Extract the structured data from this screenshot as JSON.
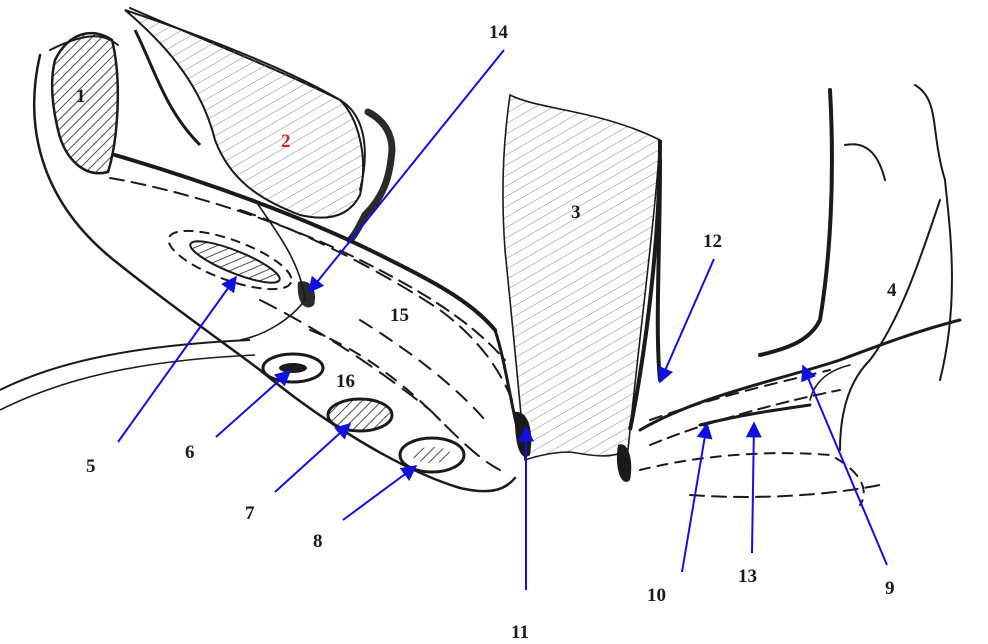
{
  "colors": {
    "arrow": "#1010e0",
    "highlight_label": "#d42020",
    "ink": "#1a1a1a",
    "hatch": "#8a8a8a",
    "paper": "#ffffff"
  },
  "labels": [
    {
      "id": "1",
      "text": "1",
      "color": "ink"
    },
    {
      "id": "2",
      "text": "2",
      "color": "highlight_label"
    },
    {
      "id": "3",
      "text": "3",
      "color": "ink"
    },
    {
      "id": "4",
      "text": "4",
      "color": "ink"
    },
    {
      "id": "5",
      "text": "5",
      "color": "ink"
    },
    {
      "id": "6",
      "text": "6",
      "color": "ink"
    },
    {
      "id": "7",
      "text": "7",
      "color": "ink"
    },
    {
      "id": "8",
      "text": "8",
      "color": "ink"
    },
    {
      "id": "9",
      "text": "9",
      "color": "ink"
    },
    {
      "id": "10",
      "text": "10",
      "color": "ink"
    },
    {
      "id": "11",
      "text": "11",
      "color": "ink"
    },
    {
      "id": "12",
      "text": "12",
      "color": "ink"
    },
    {
      "id": "13",
      "text": "13",
      "color": "ink"
    },
    {
      "id": "14",
      "text": "14",
      "color": "ink"
    },
    {
      "id": "15",
      "text": "15",
      "color": "ink"
    },
    {
      "id": "16",
      "text": "16",
      "color": "ink"
    }
  ]
}
